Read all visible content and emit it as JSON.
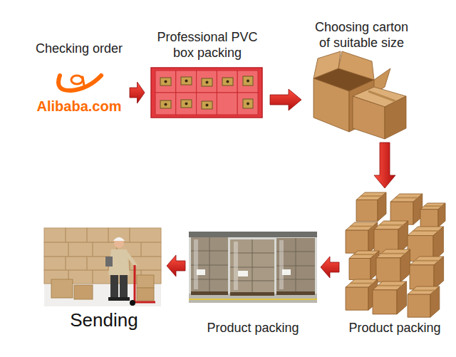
{
  "diagram": {
    "nodes": [
      {
        "text": [
          "Checking order",
          "Alibaba.com"
        ]
      },
      {
        "text": [
          "Professional PVC box packing"
        ]
      },
      {
        "text": [
          "Choosing carton of suitable size"
        ]
      },
      {
        "text": [
          "Product packing"
        ]
      },
      {
        "text": [
          "Product packing"
        ]
      },
      {
        "text": [
          "Sending"
        ]
      }
    ],
    "edges": [
      {
        "from": 0,
        "to": 1,
        "arrow": "to"
      },
      {
        "from": 1,
        "to": 2,
        "arrow": "to"
      },
      {
        "from": 2,
        "to": 3,
        "arrow": "to"
      },
      {
        "from": 3,
        "to": 4,
        "arrow": "to"
      },
      {
        "from": 4,
        "to": 5,
        "arrow": "to"
      }
    ]
  }
}
